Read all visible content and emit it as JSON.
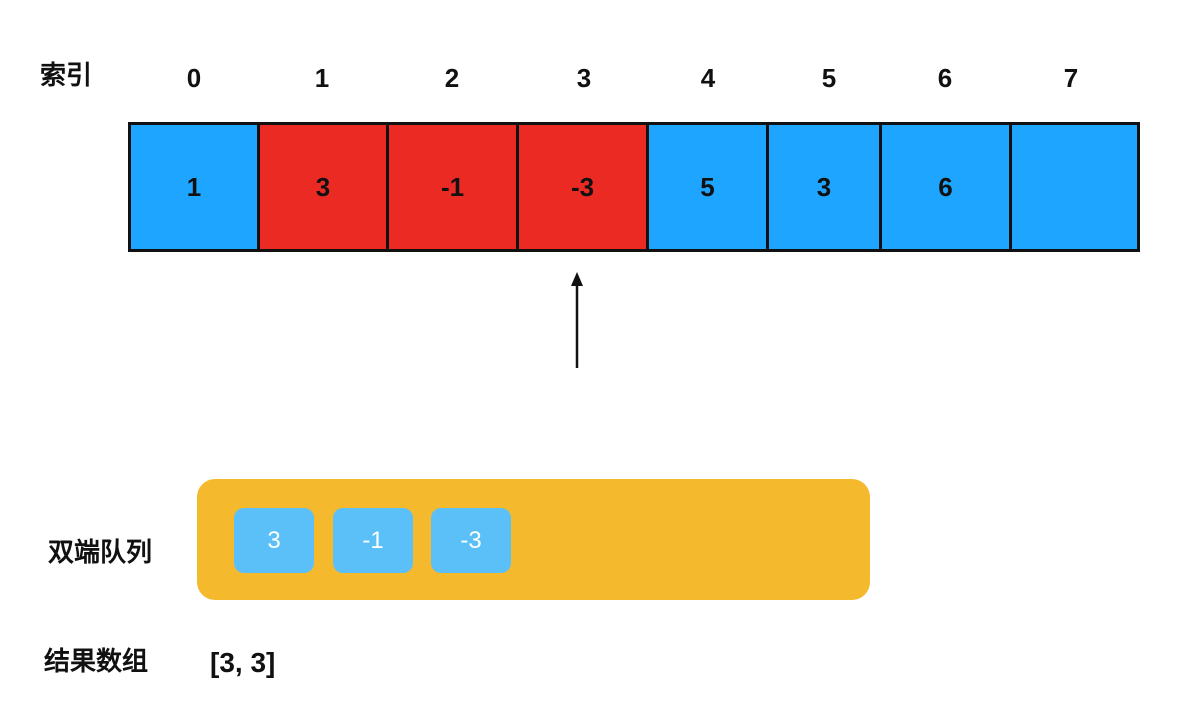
{
  "index_label": "索引",
  "indices": [
    "0",
    "1",
    "2",
    "3",
    "4",
    "5",
    "6",
    "7"
  ],
  "array": {
    "cells": [
      {
        "value": "1",
        "color": "#1ea5ff"
      },
      {
        "value": "3",
        "color": "#ec2a24"
      },
      {
        "value": "-1",
        "color": "#ec2a24"
      },
      {
        "value": "-3",
        "color": "#ec2a24"
      },
      {
        "value": "5",
        "color": "#1ea5ff"
      },
      {
        "value": "3",
        "color": "#1ea5ff"
      },
      {
        "value": "6",
        "color": "#1ea5ff"
      },
      {
        "value": "",
        "color": "#1ea5ff"
      }
    ]
  },
  "pointer_index": 3,
  "deque": {
    "label": "双端队列",
    "items": [
      "3",
      "-1",
      "-3"
    ],
    "color": "#f4b92c",
    "item_color": "#5bc0f8"
  },
  "result": {
    "label": "结果数组",
    "value": "[3, 3]"
  }
}
